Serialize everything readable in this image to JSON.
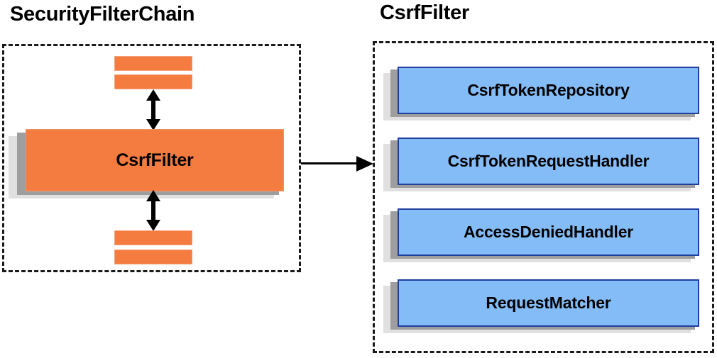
{
  "diagram": {
    "type": "component-relationship-diagram",
    "left_panel": {
      "title": "SecurityFilterChain",
      "main_component": {
        "label": "CsrfFilter",
        "color": "#f47c40"
      },
      "filter_bars": [
        {
          "name": "filter-bar-top-1"
        },
        {
          "name": "filter-bar-top-2"
        },
        {
          "name": "filter-bar-bottom-1"
        },
        {
          "name": "filter-bar-bottom-2"
        }
      ],
      "arrows": [
        {
          "name": "arrow-upper",
          "direction": "bidirectional"
        },
        {
          "name": "arrow-lower",
          "direction": "bidirectional"
        }
      ]
    },
    "connector": {
      "name": "connector-arrow",
      "direction": "left-to-right",
      "from": "SecurityFilterChain",
      "to": "CsrfFilter"
    },
    "right_panel": {
      "title": "CsrfFilter",
      "accent_color": "#83bcf7",
      "border_color": "#1f3f9e",
      "collaborators": [
        {
          "label": "CsrfTokenRepository"
        },
        {
          "label": "CsrfTokenRequestHandler"
        },
        {
          "label": "AccessDeniedHandler"
        },
        {
          "label": "RequestMatcher"
        }
      ]
    }
  }
}
